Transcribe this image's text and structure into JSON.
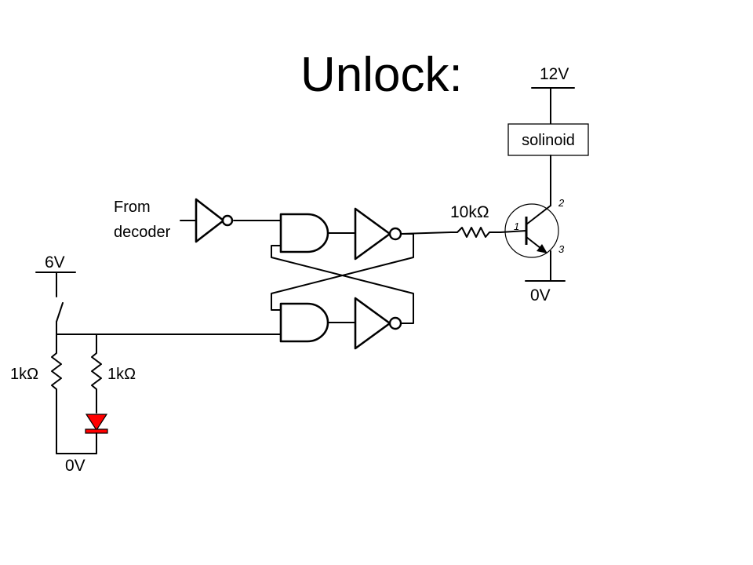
{
  "title": "Unlock:",
  "supplies": {
    "v12": "12V",
    "v6": "6V",
    "gnd_transistor": "0V",
    "gnd_left": "0V"
  },
  "components": {
    "solenoid": "solinoid",
    "input_line1": "From",
    "input_line2": "decoder",
    "base_resistor": "10kΩ",
    "resistor_left": "1kΩ",
    "resistor_right": "1kΩ"
  },
  "transistor_pins": {
    "base": "1",
    "collector": "2",
    "emitter": "3"
  },
  "colors": {
    "led": "#ff0000",
    "wire": "#000000"
  }
}
